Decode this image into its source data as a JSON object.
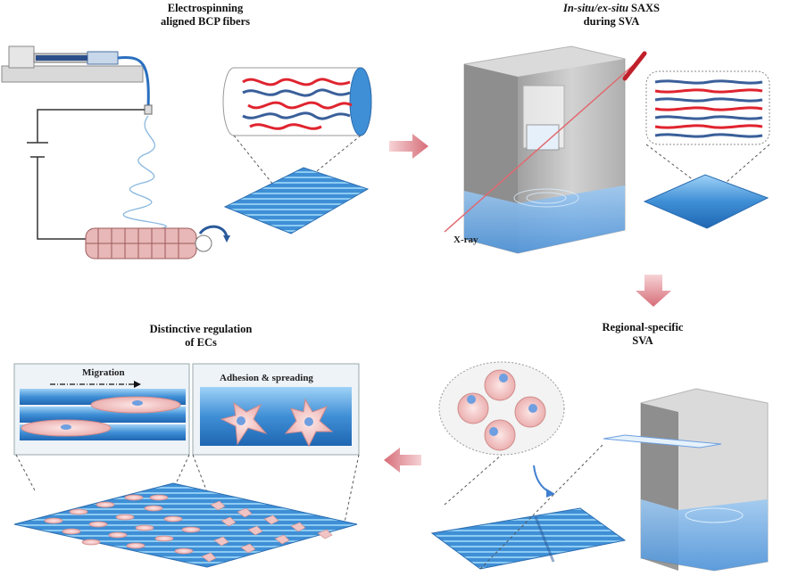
{
  "labels": {
    "step1_line1": "Electrospinning",
    "step1_line2": "aligned BCP fibers",
    "step2_line1_italic": "In-situ/ex-situ",
    "step2_line1_rest": " SAXS",
    "step2_line2": "during SVA",
    "step3_line1": "Regional-specific",
    "step3_line2": "SVA",
    "step4_line1": "Distinctive regulation",
    "step4_line2": "of ECs",
    "xray": "X-ray",
    "migration": "Migration",
    "adhesion": "Adhesion & spreading"
  },
  "colors": {
    "fiber_blue": "#3f8fd6",
    "fiber_light": "#7fc0ef",
    "chain_red": "#e0242f",
    "chain_blue": "#3a5f9a",
    "cell_pink": "#f2b9b9",
    "nucleus": "#6f9fe0",
    "arrow_pink": "#e8a0a6",
    "chamber_gray": "#8a8a8a"
  }
}
